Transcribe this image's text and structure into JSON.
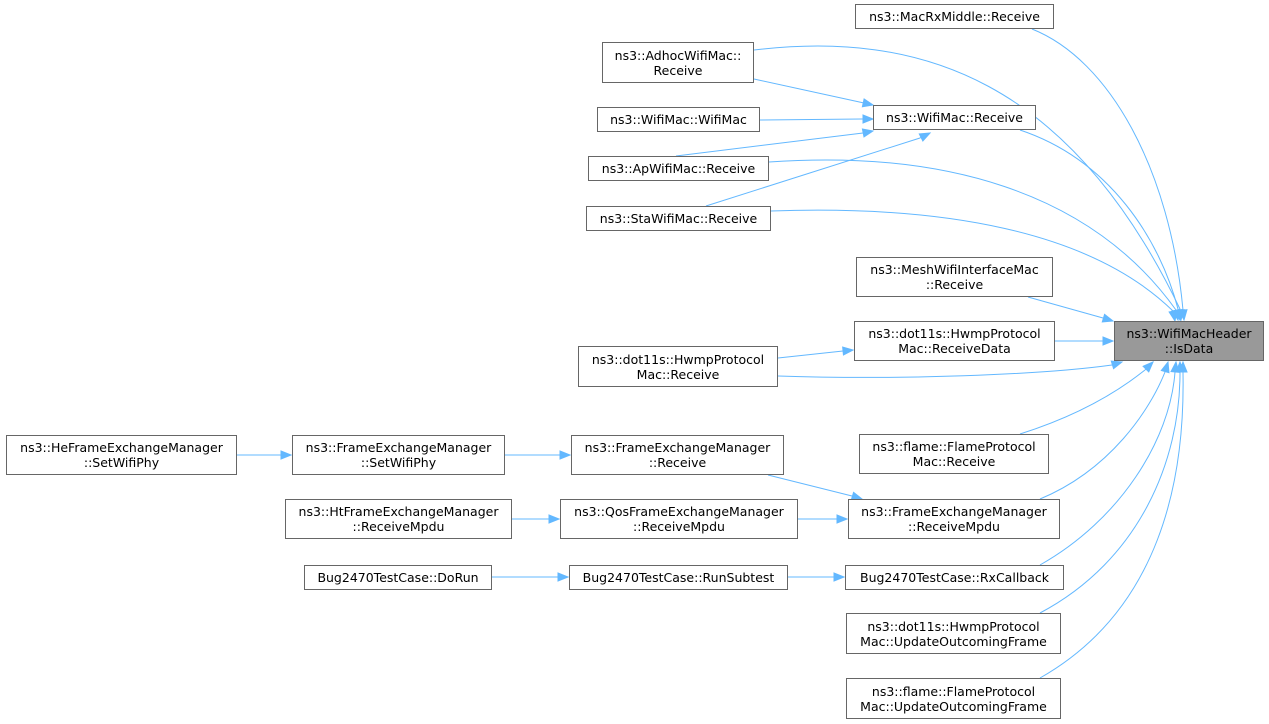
{
  "graph": {
    "edge_color": "#63b8ff",
    "root_fill": "#999999",
    "node_border": "#666666",
    "nodes": [
      {
        "id": "isdata",
        "lines": [
          "ns3::WifiMacHeader",
          "::IsData"
        ],
        "root": true
      },
      {
        "id": "macrxmiddle",
        "lines": [
          "ns3::MacRxMiddle::Receive"
        ]
      },
      {
        "id": "adhoc",
        "lines": [
          "ns3::AdhocWifiMac::",
          "Receive"
        ]
      },
      {
        "id": "wifimacwifimac",
        "lines": [
          "ns3::WifiMac::WifiMac"
        ]
      },
      {
        "id": "wifimacreceive",
        "lines": [
          "ns3::WifiMac::Receive"
        ]
      },
      {
        "id": "apwifimac",
        "lines": [
          "ns3::ApWifiMac::Receive"
        ]
      },
      {
        "id": "stawifimac",
        "lines": [
          "ns3::StaWifiMac::Receive"
        ]
      },
      {
        "id": "meshwifi",
        "lines": [
          "ns3::MeshWifiInterfaceMac",
          "::Receive"
        ]
      },
      {
        "id": "hwmpreceivedata",
        "lines": [
          "ns3::dot11s::HwmpProtocol",
          "Mac::ReceiveData"
        ]
      },
      {
        "id": "hwmpreceive",
        "lines": [
          "ns3::dot11s::HwmpProtocol",
          "Mac::Receive"
        ]
      },
      {
        "id": "flamereceive",
        "lines": [
          "ns3::flame::FlameProtocol",
          "Mac::Receive"
        ]
      },
      {
        "id": "hefem",
        "lines": [
          "ns3::HeFrameExchangeManager",
          "::SetWifiPhy"
        ]
      },
      {
        "id": "femsetwifiphy",
        "lines": [
          "ns3::FrameExchangeManager",
          "::SetWifiPhy"
        ]
      },
      {
        "id": "femreceive",
        "lines": [
          "ns3::FrameExchangeManager",
          "::Receive"
        ]
      },
      {
        "id": "htfem",
        "lines": [
          "ns3::HtFrameExchangeManager",
          "::ReceiveMpdu"
        ]
      },
      {
        "id": "qosfem",
        "lines": [
          "ns3::QosFrameExchangeManager",
          "::ReceiveMpdu"
        ]
      },
      {
        "id": "femreceivempdu",
        "lines": [
          "ns3::FrameExchangeManager",
          "::ReceiveMpdu"
        ]
      },
      {
        "id": "bugdorun",
        "lines": [
          "Bug2470TestCase::DoRun"
        ]
      },
      {
        "id": "bugrunsubtest",
        "lines": [
          "Bug2470TestCase::RunSubtest"
        ]
      },
      {
        "id": "bugrxcallback",
        "lines": [
          "Bug2470TestCase::RxCallback"
        ]
      },
      {
        "id": "hwmpupdate",
        "lines": [
          "ns3::dot11s::HwmpProtocol",
          "Mac::UpdateOutcomingFrame"
        ]
      },
      {
        "id": "flameupdate",
        "lines": [
          "ns3::flame::FlameProtocol",
          "Mac::UpdateOutcomingFrame"
        ]
      }
    ],
    "edges": [
      {
        "from": "macrxmiddle",
        "to": "isdata"
      },
      {
        "from": "adhoc",
        "to": "isdata"
      },
      {
        "from": "adhoc",
        "to": "wifimacreceive"
      },
      {
        "from": "wifimacwifimac",
        "to": "wifimacreceive"
      },
      {
        "from": "wifimacreceive",
        "to": "isdata"
      },
      {
        "from": "apwifimac",
        "to": "wifimacreceive"
      },
      {
        "from": "apwifimac",
        "to": "isdata"
      },
      {
        "from": "stawifimac",
        "to": "wifimacreceive"
      },
      {
        "from": "stawifimac",
        "to": "isdata"
      },
      {
        "from": "meshwifi",
        "to": "isdata"
      },
      {
        "from": "hwmpreceivedata",
        "to": "isdata"
      },
      {
        "from": "hwmpreceive",
        "to": "hwmpreceivedata"
      },
      {
        "from": "hwmpreceive",
        "to": "isdata"
      },
      {
        "from": "flamereceive",
        "to": "isdata"
      },
      {
        "from": "hefem",
        "to": "femsetwifiphy"
      },
      {
        "from": "femsetwifiphy",
        "to": "femreceive"
      },
      {
        "from": "femreceive",
        "to": "femreceivempdu"
      },
      {
        "from": "htfem",
        "to": "qosfem"
      },
      {
        "from": "qosfem",
        "to": "femreceivempdu"
      },
      {
        "from": "femreceivempdu",
        "to": "isdata"
      },
      {
        "from": "bugdorun",
        "to": "bugrunsubtest"
      },
      {
        "from": "bugrunsubtest",
        "to": "bugrxcallback"
      },
      {
        "from": "bugrxcallback",
        "to": "isdata"
      },
      {
        "from": "hwmpupdate",
        "to": "isdata"
      },
      {
        "from": "flameupdate",
        "to": "isdata"
      }
    ]
  }
}
